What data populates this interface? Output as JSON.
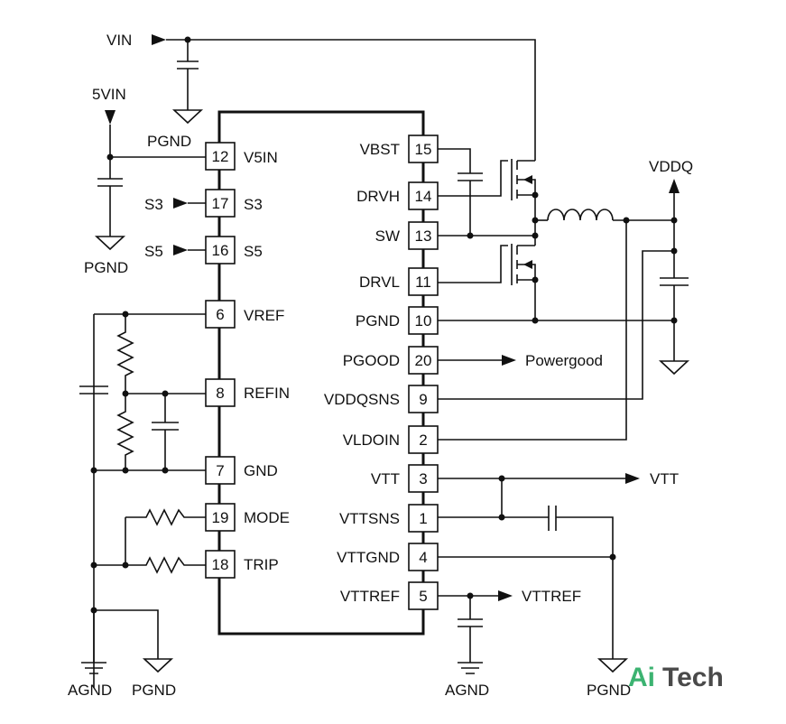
{
  "diagram": {
    "pins_left": [
      {
        "num": "12",
        "name": "V5IN"
      },
      {
        "num": "17",
        "name": "S3"
      },
      {
        "num": "16",
        "name": "S5"
      },
      {
        "num": "6",
        "name": "VREF"
      },
      {
        "num": "8",
        "name": "REFIN"
      },
      {
        "num": "7",
        "name": "GND"
      },
      {
        "num": "19",
        "name": "MODE"
      },
      {
        "num": "18",
        "name": "TRIP"
      }
    ],
    "pins_right": [
      {
        "num": "15",
        "name": "VBST"
      },
      {
        "num": "14",
        "name": "DRVH"
      },
      {
        "num": "13",
        "name": "SW"
      },
      {
        "num": "11",
        "name": "DRVL"
      },
      {
        "num": "10",
        "name": "PGND"
      },
      {
        "num": "20",
        "name": "PGOOD"
      },
      {
        "num": "9",
        "name": "VDDQSNS"
      },
      {
        "num": "2",
        "name": "VLDOIN"
      },
      {
        "num": "3",
        "name": "VTT"
      },
      {
        "num": "1",
        "name": "VTTSNS"
      },
      {
        "num": "4",
        "name": "VTTGND"
      },
      {
        "num": "5",
        "name": "VTTREF"
      }
    ],
    "nets": {
      "vin": "VIN",
      "v5in": "5VIN",
      "pgnd": "PGND",
      "agnd": "AGND",
      "s3": "S3",
      "s5": "S5",
      "vddq": "VDDQ",
      "powergood": "Powergood",
      "vtt": "VTT",
      "vttref": "VTTREF"
    },
    "logo": {
      "ai": "Ai",
      "tech": "Tech",
      "ai_color": "#3cb371",
      "tech_color": "#4a4a4a"
    }
  }
}
